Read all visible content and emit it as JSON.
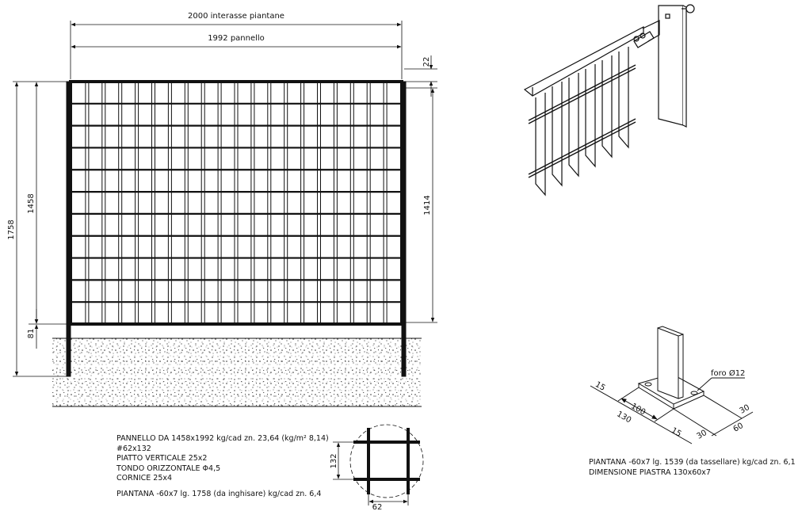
{
  "dimensions": {
    "posts_spacing": "2000 interasse piantane",
    "panel_width": "1992 pannello",
    "top_offset": "22",
    "total_height": "1758",
    "panel_height": "1458",
    "post_height_right": "1414",
    "bottom_offset": "81",
    "mesh_height": "132",
    "mesh_width": "62"
  },
  "base_plate": {
    "hole_label": "foro Ø12",
    "dims": [
      "15",
      "100",
      "130",
      "15",
      "30",
      "30",
      "60"
    ]
  },
  "notes_left": [
    "PANNELLO DA 1458x1992 kg/cad zn. 23,64 (kg/m² 8,14)",
    "#62x132",
    "PIATTO VERTICALE 25x2",
    "TONDO ORIZZONTALE Φ4,5",
    "CORNICE 25x4",
    "PIANTANA -60x7 lg. 1758 (da inghisare) kg/cad zn. 6,4"
  ],
  "notes_right": [
    "PIANTANA -60x7 lg. 1539 (da tassellare) kg/cad zn. 6,1",
    "DIMENSIONE PIASTRA 130x60x7"
  ]
}
